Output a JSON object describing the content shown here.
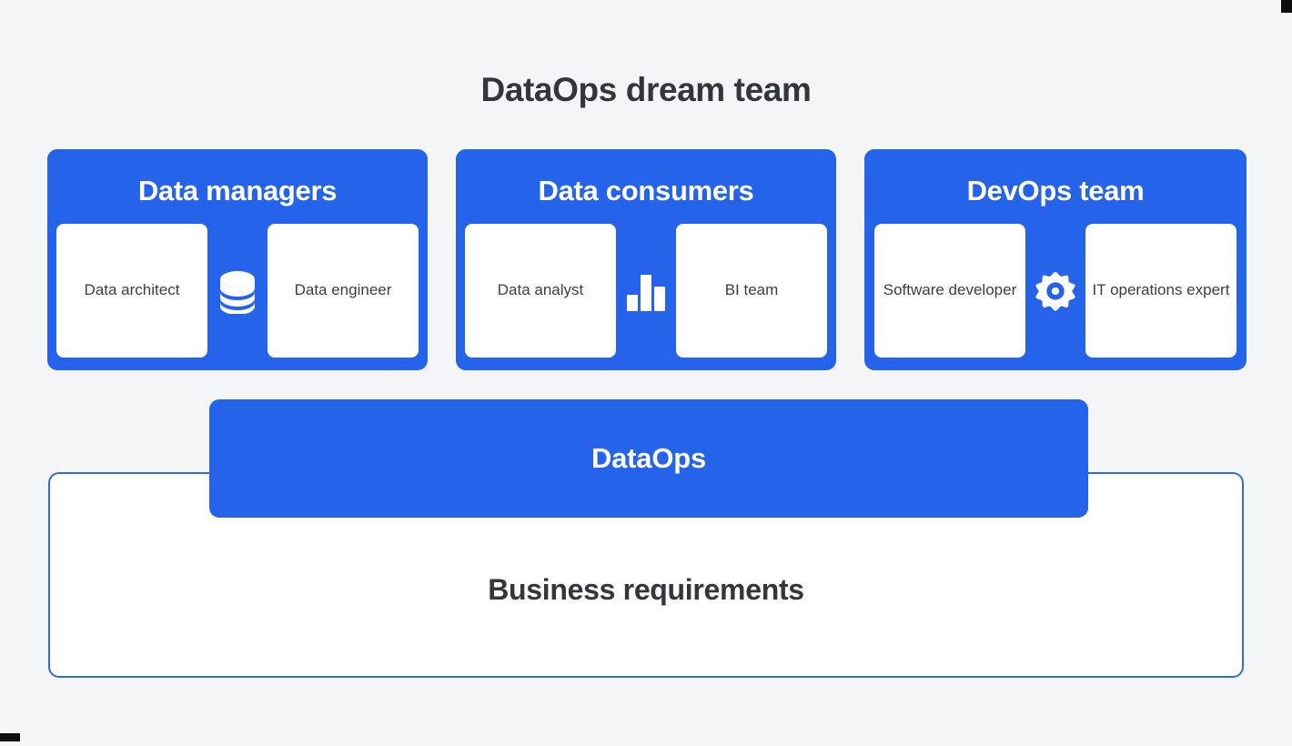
{
  "diagram": {
    "title": "DataOps dream team",
    "background_color": "#f4f5f6",
    "accent_color": "#2563eb",
    "text_color": "#33363a",
    "groups": [
      {
        "title": "Data managers",
        "icon": "database-icon",
        "roles": [
          "Data architect",
          "Data engineer"
        ]
      },
      {
        "title": "Data consumers",
        "icon": "bar-chart-icon",
        "roles": [
          "Data analyst",
          "BI team"
        ]
      },
      {
        "title": "DevOps team",
        "icon": "gear-icon",
        "roles": [
          "Software developer",
          "IT operations expert"
        ]
      }
    ],
    "band": {
      "label": "DataOps"
    },
    "foundation": {
      "label": "Business requirements",
      "border_color": "#2f6ce0"
    }
  }
}
